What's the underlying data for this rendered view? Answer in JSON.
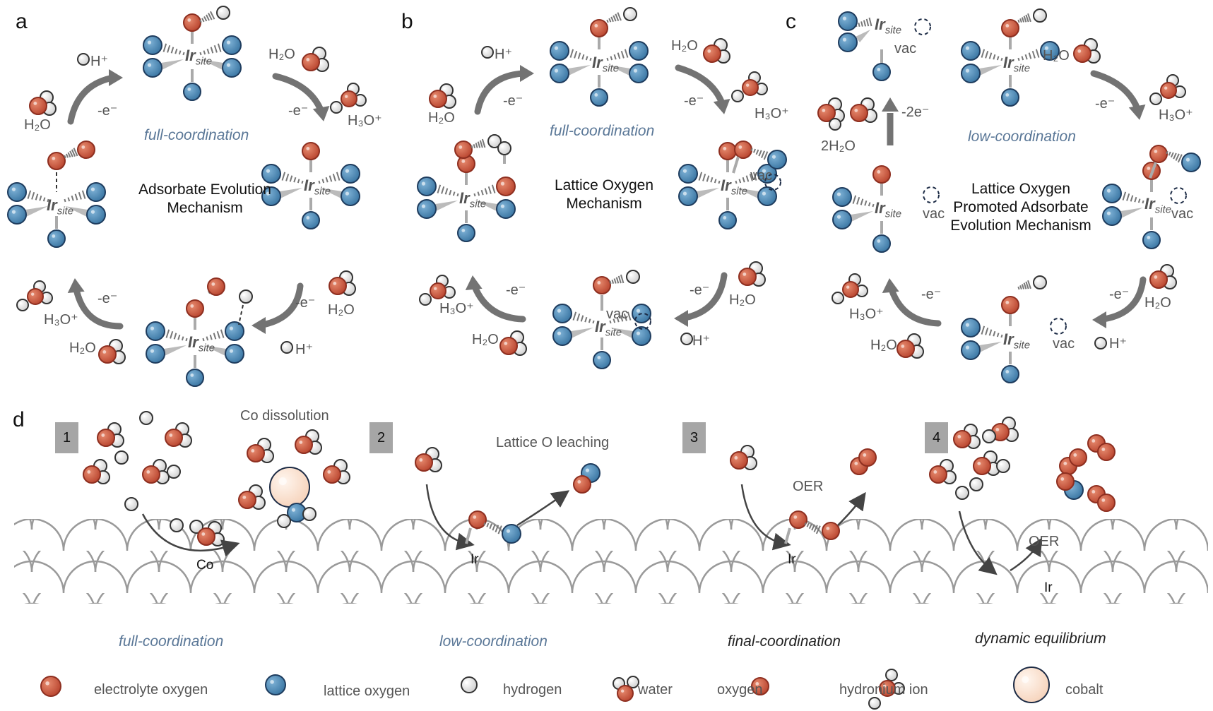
{
  "figure": {
    "panels": {
      "a": {
        "letter": "a",
        "title_line1": "Adsorbate  Evolution",
        "title_line2": "Mechanism",
        "coordination": "full-coordination",
        "site_label": "Ir",
        "site_sub": "site",
        "electron": "-e⁻",
        "species": {
          "proton": "H⁺",
          "water": "H₂O",
          "hydronium": "H₃O⁺"
        }
      },
      "b": {
        "letter": "b",
        "title_line1": "Lattice  Oxygen",
        "title_line2": "Mechanism",
        "coordination": "full-coordination",
        "site_label": "Ir",
        "site_sub": "site",
        "vacancy": "vac",
        "electron": "-e⁻",
        "species": {
          "proton": "H⁺",
          "water": "H₂O",
          "hydronium": "H₃O⁺"
        }
      },
      "c": {
        "letter": "c",
        "title_line1": "Lattice Oxygen",
        "title_line2": "Promoted Adsorbate",
        "title_line3": "Evolution Mechanism",
        "coordination": "low-coordination",
        "site_label": "Ir",
        "site_sub": "site",
        "vacancy": "vac",
        "electron": "-e⁻",
        "two_electron": "-2e⁻",
        "two_water": "2H₂O",
        "species": {
          "proton": "H⁺",
          "water": "H₂O",
          "hydronium": "H₃O⁺"
        }
      },
      "d": {
        "letter": "d",
        "steps": [
          {
            "number": "1",
            "caption": "Co dissolution",
            "surface_label": "Co",
            "state": "full-coordination"
          },
          {
            "number": "2",
            "caption": "Lattice O leaching",
            "surface_label": "Ir",
            "state": "low-coordination"
          },
          {
            "number": "3",
            "caption": "OER",
            "surface_label": "Ir",
            "state": "final-coordination"
          },
          {
            "number": "4",
            "caption": "OER",
            "surface_label": "Ir",
            "state": "dynamic equilibrium"
          }
        ]
      }
    },
    "legend": [
      {
        "icon": "electrolyte-oxygen-icon",
        "label": "electrolyte oxygen"
      },
      {
        "icon": "lattice-oxygen-icon",
        "label": "lattice oxygen"
      },
      {
        "icon": "hydrogen-icon",
        "label": "hydrogen"
      },
      {
        "icon": "water-icon",
        "label": "water"
      },
      {
        "icon": "oxygen-icon",
        "label": "oxygen"
      },
      {
        "icon": "hydronium-ion-icon",
        "label": "hydronium ion"
      },
      {
        "icon": "cobalt-icon",
        "label": "cobalt"
      }
    ],
    "colors": {
      "electrolyte_oxygen": "#c9573f",
      "lattice_oxygen": "#4a86b3",
      "hydrogen": "#e6e6e6",
      "cobalt": "#fbe1cf",
      "arrow": "#737373",
      "coord_text": "#5a7797",
      "step_box": "#a6a6a6"
    }
  }
}
